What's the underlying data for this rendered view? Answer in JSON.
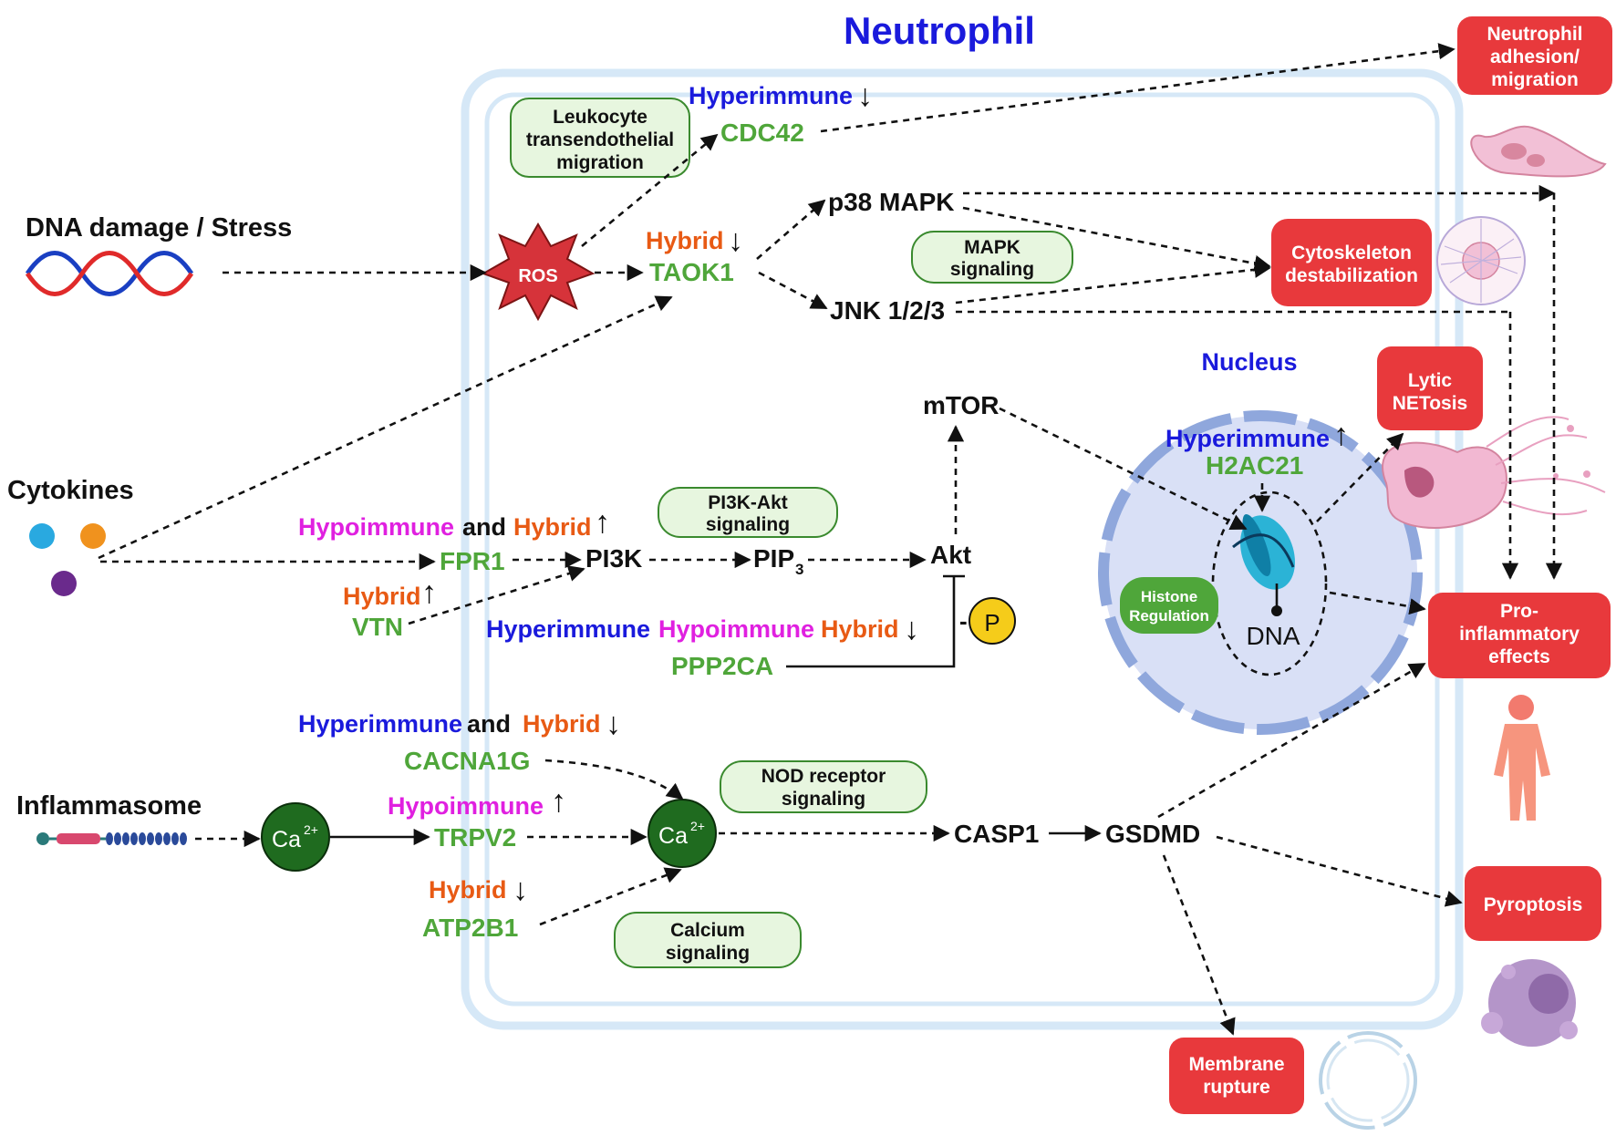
{
  "colors": {
    "hyperimmune": "#1a1adc",
    "hypoimmune": "#e020e0",
    "hybrid": "#e85a14",
    "gene": "#4fa63a",
    "outcome_box": "#e8393c",
    "pathway_box_fill": "#e7f6df",
    "pathway_box_stroke": "#3a8a2e",
    "calcium": "#1f6b1f",
    "cell_border": "#d3e7f7",
    "nucleus_fill": "#d9e0f6",
    "nucleus_border": "#8fa7dc",
    "phosphate": "#f5cc1a"
  },
  "titles": {
    "neutrophil": "Neutrophil",
    "nucleus": "Nucleus"
  },
  "stimuli": {
    "dna_damage": "DNA damage / Stress",
    "cytokines": "Cytokines",
    "inflammasome": "Inflammasome"
  },
  "pathway_boxes": {
    "leukocyte": [
      "Leukocyte",
      "transendothelial",
      "migration"
    ],
    "mapk": [
      "MAPK",
      "signaling"
    ],
    "pi3k": [
      "PI3K-Akt",
      "signaling"
    ],
    "nod": [
      "NOD receptor",
      "signaling"
    ],
    "calcium": [
      "Calcium",
      "signaling"
    ],
    "histone": [
      "Histone",
      "Regulation"
    ]
  },
  "groups": {
    "hyperimmune": "Hyperimmune",
    "hypoimmune": "Hypoimmune",
    "hybrid": "Hybrid",
    "and": "and"
  },
  "arrows": {
    "up": "↑",
    "down": "↓"
  },
  "genes": {
    "cdc42": "CDC42",
    "taok1": "TAOK1",
    "fpr1": "FPR1",
    "vtn": "VTN",
    "ppp2ca": "PPP2CA",
    "h2ac21": "H2AC21",
    "cacna1g": "CACNA1G",
    "trpv2": "TRPV2",
    "atp2b1": "ATP2B1"
  },
  "nodes": {
    "ros": "ROS",
    "p38": "p38 MAPK",
    "jnk": "JNK 1/2/3",
    "mtor": "mTOR",
    "pi3k": "PI3K",
    "pip3": "PIP",
    "pip3_sub": "3",
    "akt": "Akt",
    "phospho": "P",
    "phospho_minus": "-",
    "dna": "DNA",
    "ca": "Ca",
    "ca_sup": "2+",
    "casp1": "CASP1",
    "gsdmd": "GSDMD"
  },
  "outcomes": {
    "adhesion": [
      "Neutrophil",
      "adhesion/",
      "migration"
    ],
    "cytoskeleton": [
      "Cytoskeleton",
      "destabilization"
    ],
    "netosis": [
      "Lytic",
      "NETosis"
    ],
    "proinflammatory": [
      "Pro-",
      "inflammatory",
      "effects"
    ],
    "pyroptosis": [
      "Pyroptosis"
    ],
    "membrane": [
      "Membrane",
      "rupture"
    ]
  }
}
